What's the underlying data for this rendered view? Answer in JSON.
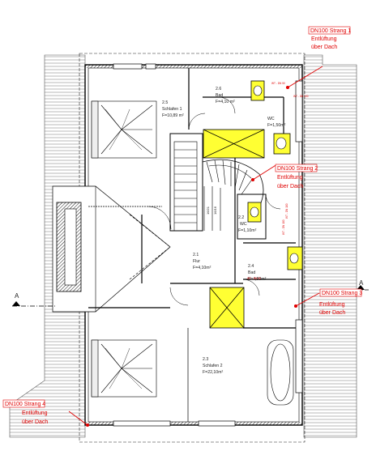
{
  "rooms": {
    "r25": {
      "num": "2.5",
      "name": "Schlafen 1",
      "area": "F=10,89 m²"
    },
    "r26": {
      "num": "2.6",
      "name": "Bad",
      "area": "F=4,10 m²"
    },
    "wc1": {
      "name": "WC",
      "area": "F=1,50m²"
    },
    "r22": {
      "num": "2.2",
      "name": "WC",
      "area": "F=1,10m²"
    },
    "r21": {
      "num": "2.1",
      "name": "Flur",
      "area": "F=4,10m²"
    },
    "r24": {
      "num": "2.4",
      "name": "Bad",
      "area": "F=4,50m²"
    },
    "r23": {
      "num": "2.3",
      "name": "Schlafen 2",
      "area": "F=22,10m²"
    }
  },
  "stairs": {
    "label1": "16/21",
    "label2": "16/16"
  },
  "callouts": [
    {
      "title": "DN100 Strang 1",
      "line1": "Entlüftung",
      "line2": "über Dach"
    },
    {
      "title": "DN100 Strang 2",
      "line1": "Entlüftung",
      "line2": "über Dach"
    },
    {
      "title": "DN100 Strang 3",
      "line1": "Entlüftung",
      "line2": "über Dach"
    },
    {
      "title": "DN100 Strang 4",
      "line1": "Entlüftung",
      "line2": "über Dach"
    }
  ],
  "pipe_tags": [
    "WT - DN 50",
    "WT - DN 100",
    "WT - DN 100",
    "WT - DN 100",
    "WT - DN 50"
  ],
  "section_marks": {
    "left": "A",
    "right": "A"
  },
  "colors": {
    "shaft": "#ffff33",
    "callout": "#e00000",
    "wall": "#000000",
    "roof": "#9a9a9a"
  }
}
